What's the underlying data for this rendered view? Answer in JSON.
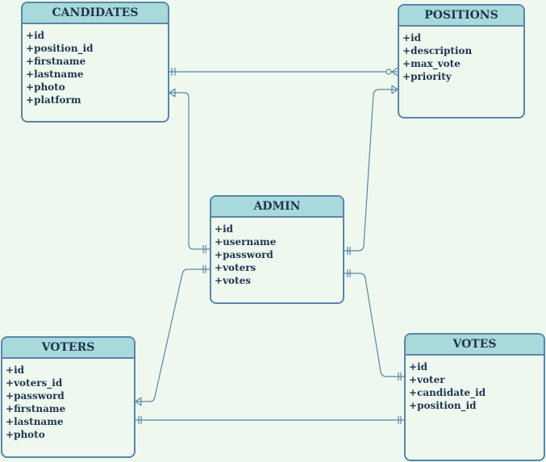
{
  "diagram": {
    "line_color": "#5a86a8",
    "header_color": "#a8d9db",
    "background": "#eef8ee",
    "entities": [
      {
        "key": "candidates",
        "name": "CANDIDATES",
        "attributes": [
          "id",
          "position_id",
          "firstname",
          "lastname",
          "photo",
          "platform"
        ]
      },
      {
        "key": "positions",
        "name": "POSITIONS",
        "attributes": [
          "id",
          "description",
          "max_vote",
          "priority"
        ]
      },
      {
        "key": "admin",
        "name": "ADMIN",
        "attributes": [
          "id",
          "username",
          "password",
          "voters",
          "votes"
        ]
      },
      {
        "key": "voters",
        "name": "VOTERS",
        "attributes": [
          "id",
          "voters_id",
          "password",
          "firstname",
          "lastname",
          "photo"
        ]
      },
      {
        "key": "votes",
        "name": "VOTES",
        "attributes": [
          "id",
          "voter",
          "candidate_id",
          "position_id"
        ]
      }
    ],
    "relationships": [
      {
        "from": "candidates",
        "to": "positions",
        "from_end": "one-and-only-one",
        "to_end": "zero-or-many"
      },
      {
        "from": "candidates",
        "to": "admin",
        "from_end": "one-or-many",
        "to_end": "one-and-only-one"
      },
      {
        "from": "admin",
        "to": "positions",
        "from_end": "one-and-only-one",
        "to_end": "one-or-many"
      },
      {
        "from": "voters",
        "to": "admin",
        "from_end": "one-or-many",
        "to_end": "one-and-only-one"
      },
      {
        "from": "admin",
        "to": "votes",
        "from_end": "one-and-only-one",
        "to_end": "one-and-only-one"
      },
      {
        "from": "voters",
        "to": "votes",
        "from_end": "one-and-only-one",
        "to_end": "one-and-only-one"
      }
    ]
  }
}
